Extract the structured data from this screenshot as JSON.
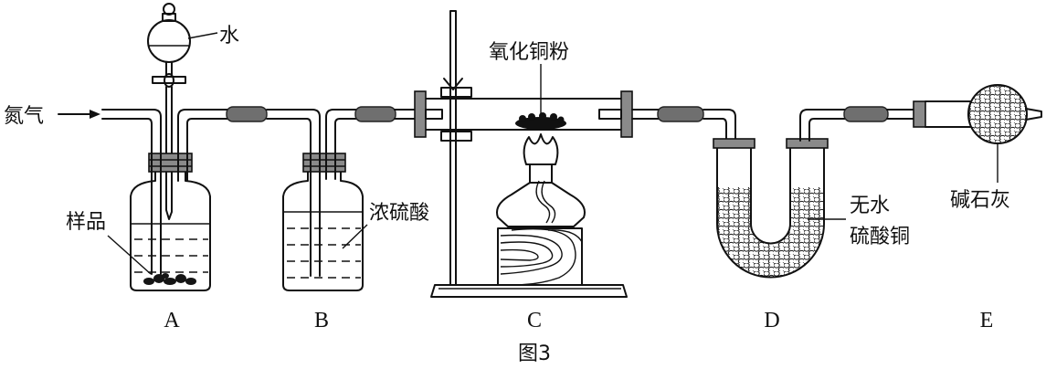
{
  "figure": {
    "caption": "图3",
    "labels": {
      "water": "水",
      "nitrogen": "氮气",
      "copper_oxide": "氧化铜粉",
      "sample": "样品",
      "conc_sulfuric_acid": "浓硫酸",
      "anhydrous_line1": "无水",
      "anhydrous_line2": "硫酸铜",
      "soda_lime": "碱石灰"
    },
    "apparatus": [
      "A",
      "B",
      "C",
      "D",
      "E"
    ]
  }
}
